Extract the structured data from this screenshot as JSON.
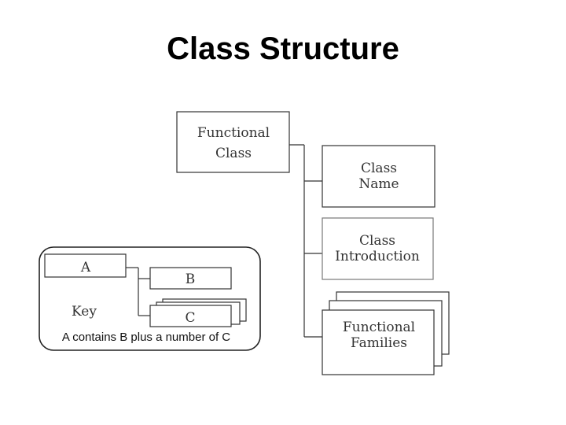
{
  "title": "Class Structure",
  "main": {
    "functional_class": [
      "Functional",
      "Class"
    ],
    "class_name": [
      "Class",
      "Name"
    ],
    "class_introduction": [
      "Class",
      "Introduction"
    ],
    "functional_families": [
      "Functional",
      "Families"
    ]
  },
  "key": {
    "a": "A",
    "b": "B",
    "c": "C",
    "label": "Key",
    "caption": "A contains B plus a number of C"
  }
}
